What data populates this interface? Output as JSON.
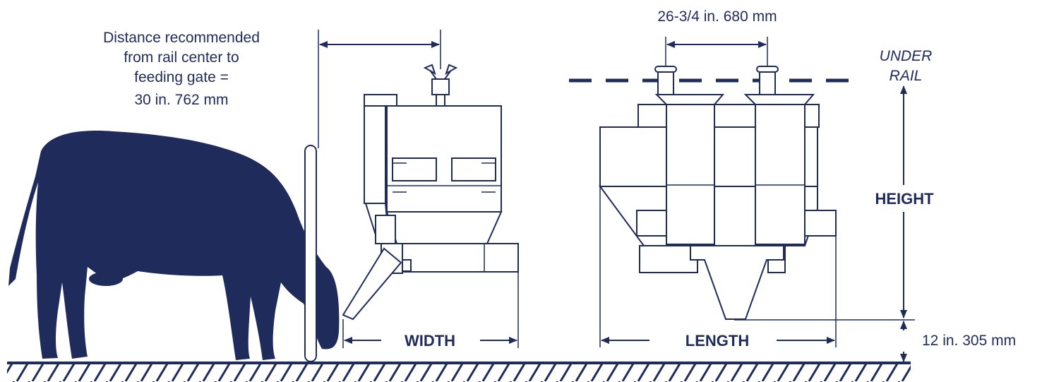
{
  "labels": {
    "distance_note": [
      "Distance recommended",
      "from rail center to",
      "feeding gate =",
      "30 in.   762 mm"
    ],
    "rail_spacing": "26-3/4 in.   680 mm",
    "under_rail": [
      "UNDER",
      "RAIL"
    ],
    "height": "HEIGHT",
    "width": "WIDTH",
    "length": "LENGTH",
    "clearance": "12 in.  305 mm"
  },
  "colors": {
    "ink": "#1f2b5b",
    "cow": "#1f2b5b",
    "background": "#ffffff"
  }
}
